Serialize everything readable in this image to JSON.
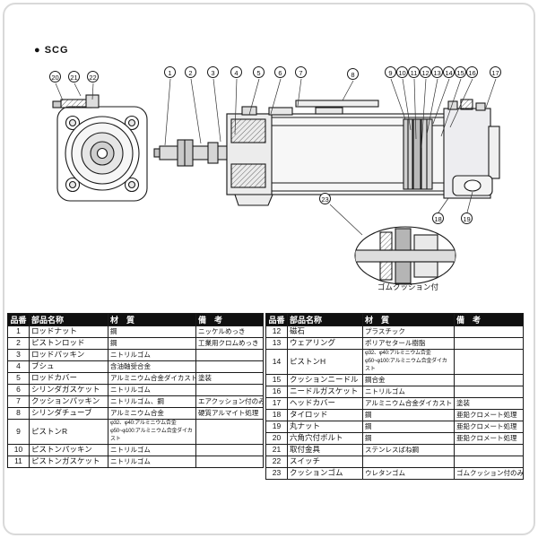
{
  "page": {
    "scg_label": "● SCG"
  },
  "diagram": {
    "callouts": [
      "1",
      "2",
      "3",
      "4",
      "5",
      "6",
      "7",
      "8",
      "9",
      "10",
      "11",
      "12",
      "13",
      "14",
      "15",
      "16",
      "17",
      "18",
      "19",
      "20",
      "21",
      "22",
      "23"
    ],
    "detail_caption": "ゴムクッション付"
  },
  "parts_table": {
    "headers": [
      "品番",
      "部品名称",
      "材　質",
      "備　考"
    ],
    "left_rows": [
      {
        "no": "1",
        "name": "ロッドナット",
        "material": "鋼",
        "note": "ニッケルめっき"
      },
      {
        "no": "2",
        "name": "ピストンロッド",
        "material": "鋼",
        "note": "工業用クロムめっき"
      },
      {
        "no": "3",
        "name": "ロッドパッキン",
        "material": "ニトリルゴム",
        "note": ""
      },
      {
        "no": "4",
        "name": "ブシュ",
        "material": "含油軸受合金",
        "note": ""
      },
      {
        "no": "5",
        "name": "ロッドカバー",
        "material": "アルミニウム合金ダイカスト",
        "note": "塗装"
      },
      {
        "no": "6",
        "name": "シリンダガスケット",
        "material": "ニトリルゴム",
        "note": ""
      },
      {
        "no": "7",
        "name": "クッションパッキン",
        "material": "ニトリルゴム、鋼",
        "note": "エアクッション付のみ"
      },
      {
        "no": "8",
        "name": "シリンダチューブ",
        "material": "アルミニウム合金",
        "note": "硬質アルマイト処理"
      },
      {
        "no": "9",
        "name": "ピストンR",
        "material": "φ32、φ40:アルミニウム合金\nφ50~φ100:アルミニウム合金ダイカスト",
        "note": ""
      },
      {
        "no": "10",
        "name": "ピストンパッキン",
        "material": "ニトリルゴム",
        "note": ""
      },
      {
        "no": "11",
        "name": "ピストンガスケット",
        "material": "ニトリルゴム",
        "note": ""
      }
    ],
    "right_rows": [
      {
        "no": "12",
        "name": "磁石",
        "material": "プラスチック",
        "note": ""
      },
      {
        "no": "13",
        "name": "ウェアリング",
        "material": "ポリアセタール樹脂",
        "note": ""
      },
      {
        "no": "14",
        "name": "ピストンH",
        "material": "φ32、φ40:アルミニウム合金\nφ50~φ100:アルミニウム合金ダイカスト",
        "note": ""
      },
      {
        "no": "15",
        "name": "クッションニードル",
        "material": "鋼合金",
        "note": ""
      },
      {
        "no": "16",
        "name": "ニードルガスケット",
        "material": "ニトリルゴム",
        "note": ""
      },
      {
        "no": "17",
        "name": "ヘッドカバー",
        "material": "アルミニウム合金ダイカスト",
        "note": "塗装"
      },
      {
        "no": "18",
        "name": "タイロッド",
        "material": "鋼",
        "note": "亜鉛クロメート処理"
      },
      {
        "no": "19",
        "name": "丸ナット",
        "material": "鋼",
        "note": "亜鉛クロメート処理"
      },
      {
        "no": "20",
        "name": "六角穴付ボルト",
        "material": "鋼",
        "note": "亜鉛クロメート処理"
      },
      {
        "no": "21",
        "name": "取付金具",
        "material": "ステンレスばね鋼",
        "note": ""
      },
      {
        "no": "22",
        "name": "スイッチ",
        "material": "",
        "note": ""
      },
      {
        "no": "23",
        "name": "クッションゴム",
        "material": "ウレタンゴム",
        "note": "ゴムクッション付のみ"
      }
    ]
  }
}
